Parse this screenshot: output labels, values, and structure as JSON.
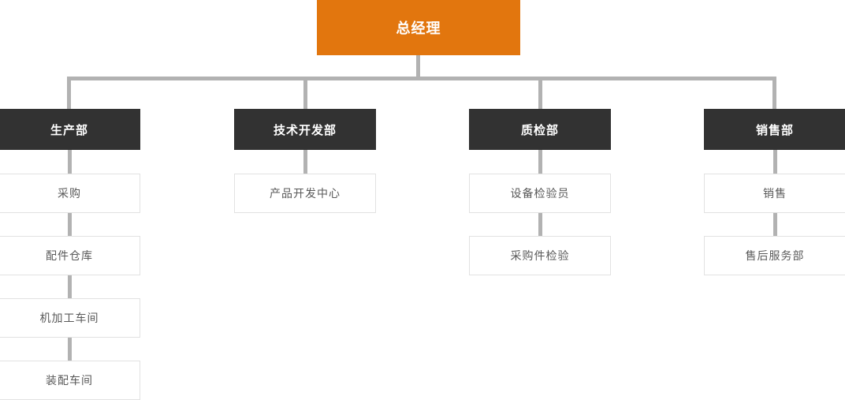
{
  "org_chart": {
    "root": {
      "label": "总经理"
    },
    "departments": [
      {
        "label": "生产部",
        "children": [
          "采购",
          "配件仓库",
          "机加工车间",
          "装配车间"
        ]
      },
      {
        "label": "技术开发部",
        "children": [
          "产品开发中心"
        ]
      },
      {
        "label": "质检部",
        "children": [
          "设备检验员",
          "采购件检验"
        ]
      },
      {
        "label": "销售部",
        "children": [
          "销售",
          "售后服务部"
        ]
      }
    ],
    "colors": {
      "root_bg": "#E2760E",
      "root_text": "#FFFFFF",
      "dept_bg": "#323232",
      "dept_text": "#FFFFFF",
      "connector": "#B2B2B2",
      "node_border": "#E2E2E2",
      "node_text": "#595959"
    }
  }
}
